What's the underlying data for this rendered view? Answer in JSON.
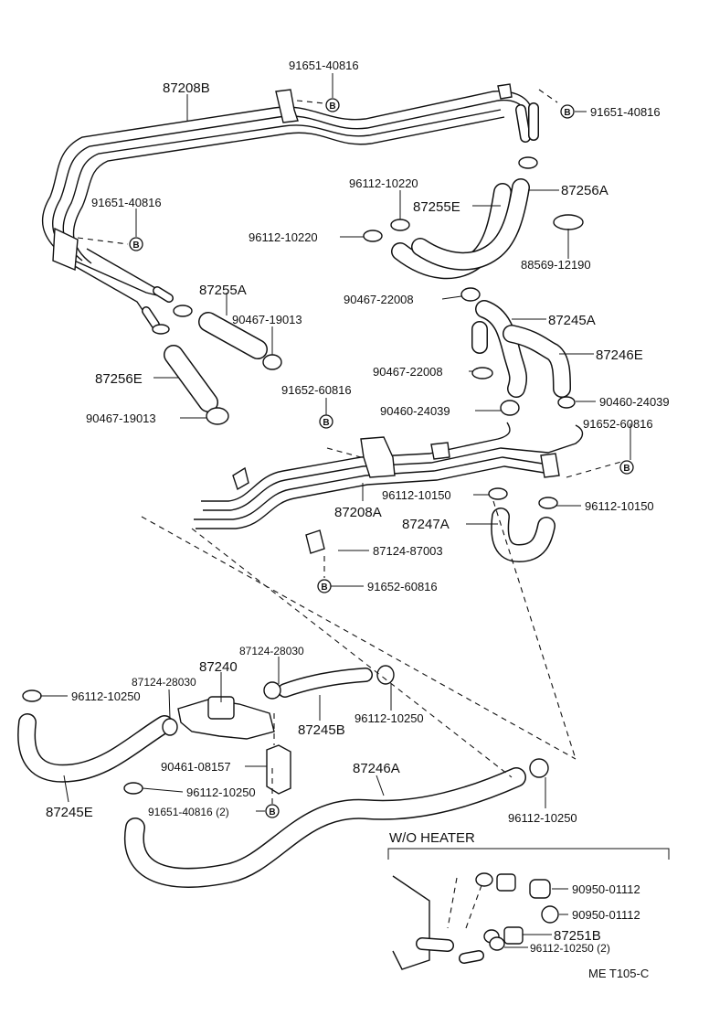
{
  "diagram": {
    "bolt_symbol": "B",
    "section_title": "W/O HEATER",
    "footer_code": "ME  T105-C",
    "parts": {
      "p87208B": "87208B",
      "p91651_top": "91651-40816",
      "p91651_right": "91651-40816",
      "p91651_left": "91651-40816",
      "p96112_10220_a": "96112-10220",
      "p87255E": "87255E",
      "p87256A": "87256A",
      "p96112_10220_b": "96112-10220",
      "p88569": "88569-12190",
      "p87255A": "87255A",
      "p90467_19013_a": "90467-19013",
      "p90467_22008_a": "90467-22008",
      "p87245A": "87245A",
      "p87246E": "87246E",
      "p87256E": "87256E",
      "p90467_22008_b": "90467-22008",
      "p91652_a": "91652-60816",
      "p90460_a": "90460-24039",
      "p90460_b": "90460-24039",
      "p90467_19013_b": "90467-19013",
      "p91652_b": "91652-60816",
      "p96112_10150_a": "96112-10150",
      "p96112_10150_b": "96112-10150",
      "p87208A": "87208A",
      "p87247A": "87247A",
      "p87124_87003": "87124-87003",
      "p91652_c": "91652-60816",
      "p87124_28030_a": "87124-28030",
      "p87240": "87240",
      "p87124_28030_b": "87124-28030",
      "p96112_10250_a": "96112-10250",
      "p96112_10250_b": "96112-10250",
      "p87245B": "87245B",
      "p90461": "90461-08157",
      "p87246A": "87246A",
      "p96112_10250_c": "96112-10250",
      "p91651_2": "91651-40816 (2)",
      "p87245E": "87245E",
      "p96112_10250_d": "96112-10250",
      "p90950_a": "90950-01112",
      "p90950_b": "90950-01112",
      "p87251B": "87251B",
      "p96112_10250_2": "96112-10250 (2)"
    }
  }
}
